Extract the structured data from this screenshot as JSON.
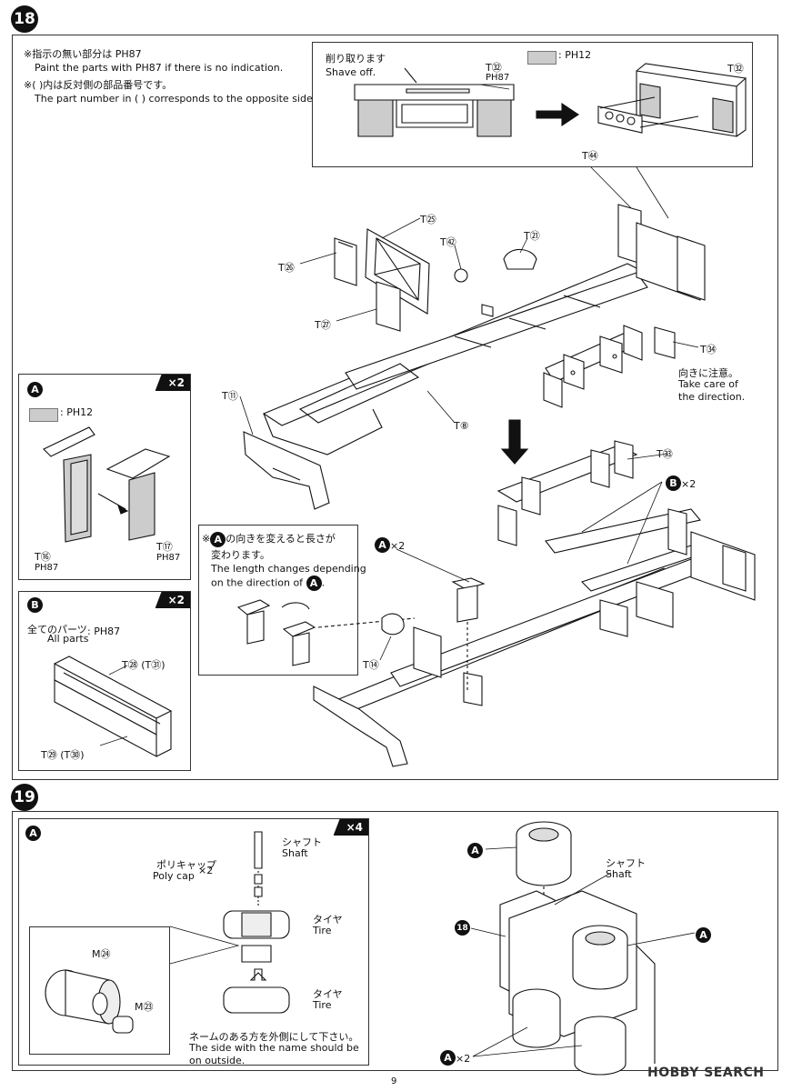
{
  "step18": {
    "number": "18",
    "notes": {
      "paint_jp": "※指示の無い部分は PH87",
      "paint_en": "Paint the parts with PH87 if there is no indication.",
      "opposite_jp": "※( )内は反対側の部品番号です。",
      "opposite_en": "The part number in ( ) corresponds to the opposite side."
    },
    "inset_top": {
      "shave_jp": "削り取ります",
      "shave_en": "Shave off.",
      "part_t32_a": "T㉜",
      "ph87": "PH87",
      "swatch_label": ": PH12",
      "part_t32_b": "T㉜",
      "part_t44": "T㊹"
    },
    "parts": {
      "t25": "T㉕",
      "t42": "T㊷",
      "t21": "T㉑",
      "t26": "T㉖",
      "t27": "T㉗",
      "t34": "T㉞",
      "t11": "T⑪",
      "t8": "T⑧",
      "t33": "T㉝",
      "t14": "T⑭"
    },
    "direction_jp": "向きに注意。",
    "direction_en1": "Take care of",
    "direction_en2": "the direction.",
    "b_x2": "×2",
    "a_x2": "×2",
    "panel_a": {
      "badge": "A",
      "multiplier": "×2",
      "swatch_label": ": PH12",
      "t16": "T⑯",
      "t16_paint": "PH87",
      "t17": "T⑰",
      "t17_paint": "PH87"
    },
    "panel_b": {
      "badge": "B",
      "multiplier": "×2",
      "all_parts_jp": "全てのパーツ",
      "all_parts_en": "All parts",
      "paint": ": PH87",
      "t28": "T㉘ (T㉛)",
      "t29": "T㉙ (T㉚)"
    },
    "length_note": {
      "line1_jp_pre": "※",
      "line1_jp_post": "の向きを変えると長さが",
      "line2_jp": "変わります。",
      "line3_en": "The length changes depending",
      "line4_en": "on the direction of"
    }
  },
  "step19": {
    "number": "19",
    "panel_a": {
      "badge": "A",
      "multiplier": "×4",
      "shaft_jp": "シャフト",
      "shaft_en": "Shaft",
      "polycap_jp": "ポリキャップ",
      "polycap_en": "Poly cap",
      "polycap_x": "×2",
      "tire_jp_1": "タイヤ",
      "tire_en_1": "Tire",
      "tire_jp_2": "タイヤ",
      "tire_en_2": "Tire",
      "m24": "M㉔",
      "m23": "M㉓",
      "name_jp": "ネームのある方を外側にして下さい。",
      "name_en1": "The side with the name should be",
      "name_en2": "on outside."
    },
    "right": {
      "a_top": "A",
      "shaft_jp": "シャフト",
      "shaft_en": "Shaft",
      "step_ref": "18",
      "a_right": "A",
      "a_bottom": "A",
      "a_bottom_x": "×2"
    }
  },
  "page_number": "9",
  "watermark": "HOBBY SEARCH"
}
